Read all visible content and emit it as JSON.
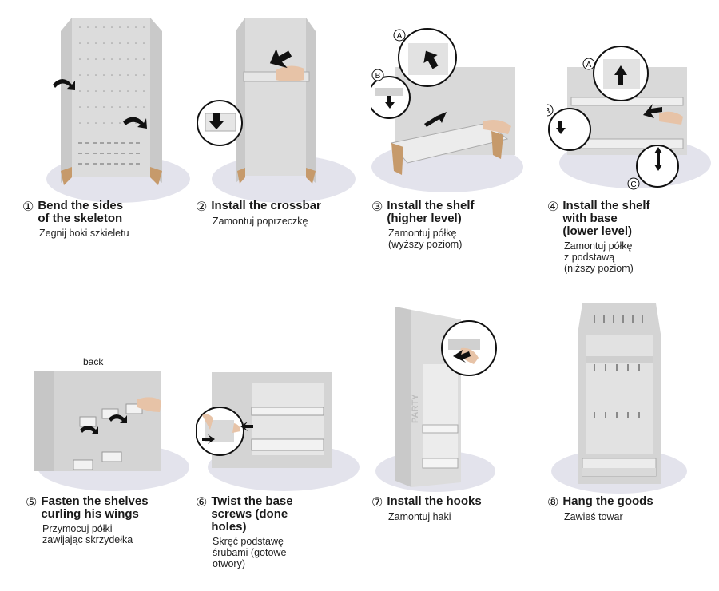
{
  "steps": [
    {
      "number": "①",
      "title_lines": [
        "Bend the sides",
        "of the skeleton"
      ],
      "subtitle_lines": [
        "Zegnij boki szkieletu"
      ]
    },
    {
      "number": "②",
      "title_lines": [
        "Install the crossbar"
      ],
      "subtitle_lines": [
        "Zamontuj poprzeczkę"
      ]
    },
    {
      "number": "③",
      "title_lines": [
        "Install the shelf",
        "(higher level)"
      ],
      "subtitle_lines": [
        "Zamontuj półkę",
        "(wyższy poziom)"
      ]
    },
    {
      "number": "④",
      "title_lines": [
        "Install the shelf",
        "with base",
        "(lower level)"
      ],
      "subtitle_lines": [
        "Zamontuj półkę",
        "z podstawą",
        "(niższy poziom)"
      ]
    },
    {
      "number": "⑤",
      "title_lines": [
        "Fasten the shelves",
        "curling his wings"
      ],
      "subtitle_lines": [
        "Przymocuj półki",
        "zawijając skrzydełka"
      ]
    },
    {
      "number": "⑥",
      "title_lines": [
        "Twist the base",
        "screws (done",
        "holes)"
      ],
      "subtitle_lines": [
        "Skręć podstawę",
        "śrubami (gotowe",
        "otwory)"
      ]
    },
    {
      "number": "⑦",
      "title_lines": [
        "Install the hooks"
      ],
      "subtitle_lines": [
        "Zamontuj haki"
      ]
    },
    {
      "number": "⑧",
      "title_lines": [
        "Hang the goods"
      ],
      "subtitle_lines": [
        "Zawieś towar"
      ]
    }
  ],
  "labels": {
    "back": "back",
    "callout_a": "A",
    "callout_b": "B",
    "callout_c": "C",
    "brand": "PARTY"
  },
  "colors": {
    "ellipse": "#e3e3ec",
    "panel": "#d7d7d7",
    "panel_dark": "#b9b9b9",
    "cardboard": "#c69a6b",
    "arrow": "#111111"
  }
}
